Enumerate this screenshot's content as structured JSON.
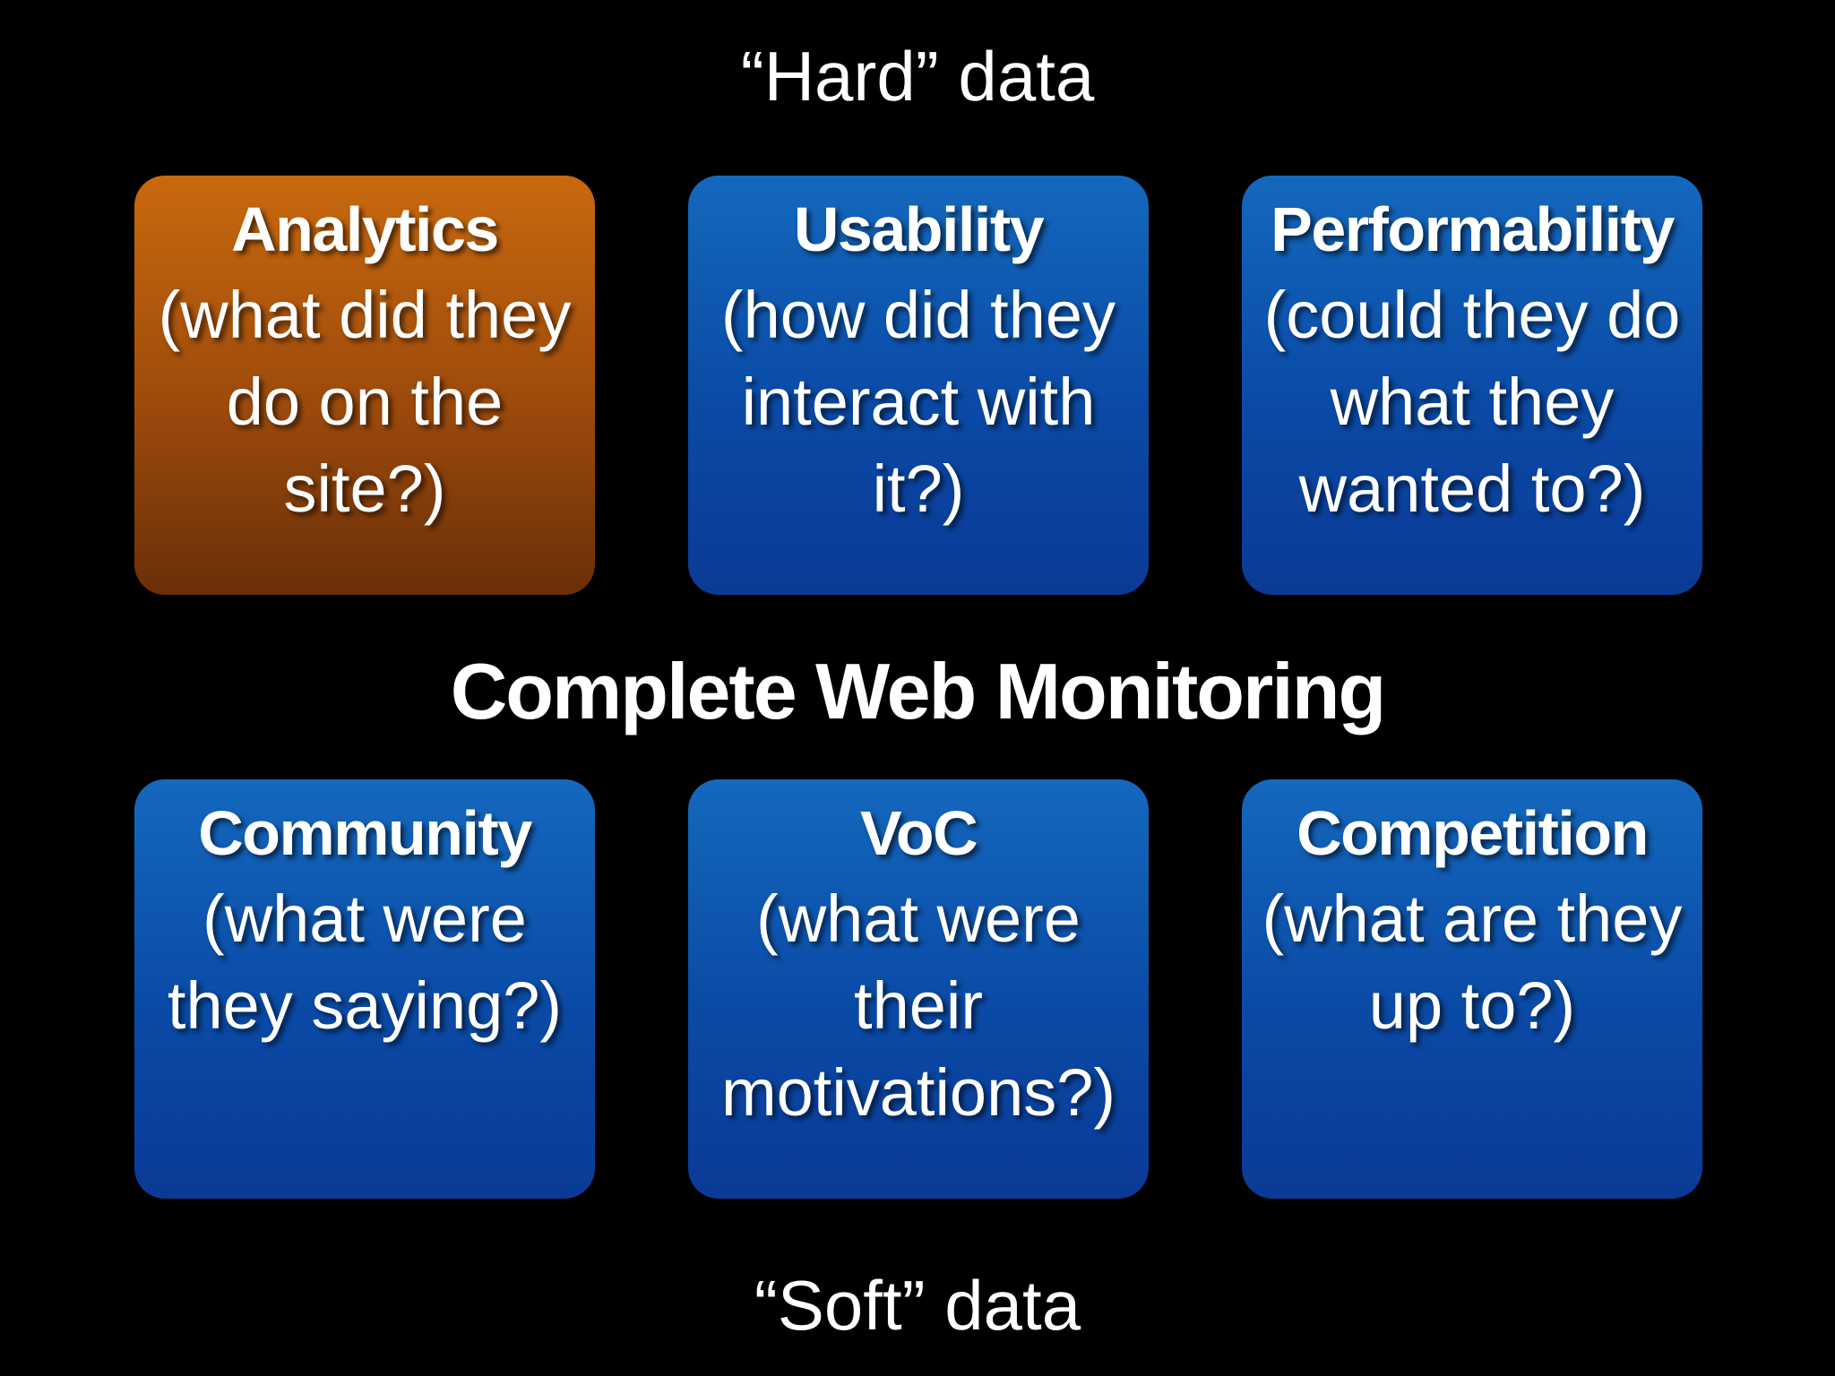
{
  "top_caption": "“Hard” data",
  "bottom_caption": "“Soft” data",
  "center_title": "Complete Web Monitoring",
  "colors": {
    "background": "#000000",
    "blue_box": "#0a4aa6",
    "orange_box": "#c9690e",
    "text": "#ffffff"
  },
  "boxes": [
    {
      "title": "Analytics",
      "description": "(what did they do on the site?)"
    },
    {
      "title": "Usability",
      "description": "(how did they interact with it?)"
    },
    {
      "title": "Performability",
      "description": "(could they do what they wanted to?)"
    },
    {
      "title": "Community",
      "description": "(what were they saying?)"
    },
    {
      "title": "VoC",
      "description": "(what were their motivations?)"
    },
    {
      "title": "Competition",
      "description": "(what are they up to?)"
    }
  ]
}
